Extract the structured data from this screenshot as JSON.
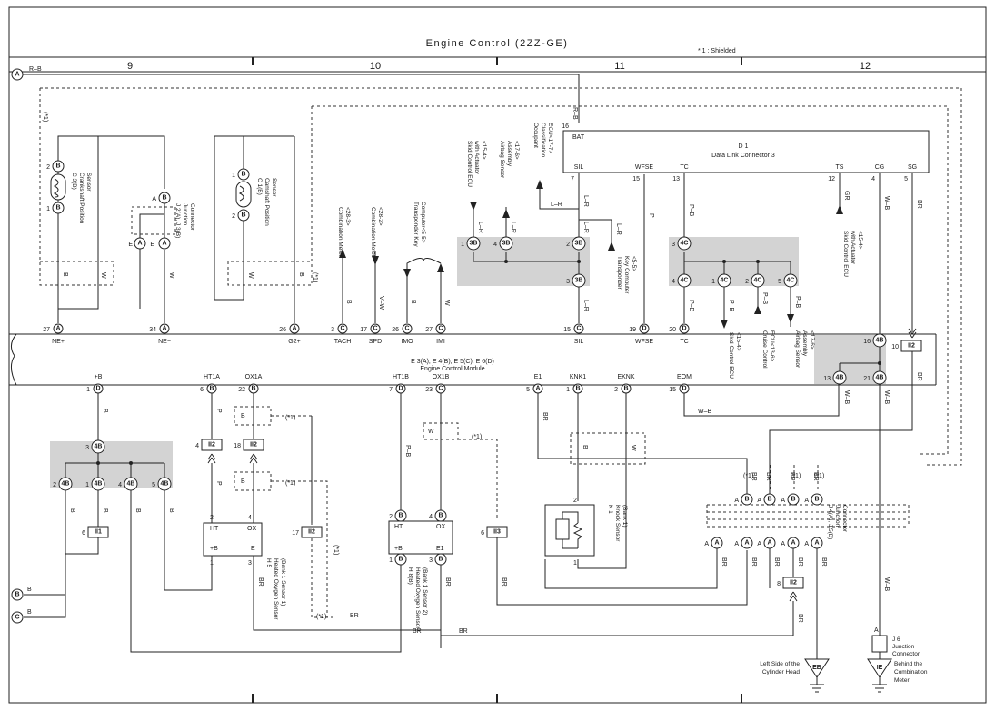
{
  "title": "Engine Control (2ZZ-GE)",
  "note": "* 1 : Shielded",
  "columns": [
    "9",
    "10",
    "11",
    "12"
  ],
  "ecm": {
    "name": "E 3(A), E 4(B), E 5(C), E 6(D)",
    "subtitle": "Engine Control Module",
    "top_pins": [
      {
        "num": "27",
        "conn": "A",
        "label": "NE+"
      },
      {
        "num": "34",
        "conn": "A",
        "label": "NE−"
      },
      {
        "num": "26",
        "conn": "A",
        "label": "G2+"
      },
      {
        "num": "3",
        "conn": "C",
        "label": "TACH"
      },
      {
        "num": "17",
        "conn": "C",
        "label": "SPD"
      },
      {
        "num": "26",
        "conn": "C",
        "label": "IMO"
      },
      {
        "num": "27",
        "conn": "C",
        "label": "IMI"
      },
      {
        "num": "15",
        "conn": "C",
        "label": "SIL"
      },
      {
        "num": "19",
        "conn": "D",
        "label": "WFSE"
      },
      {
        "num": "20",
        "conn": "D",
        "label": "TC"
      }
    ],
    "bottom_pins": [
      {
        "num": "1",
        "conn": "D",
        "label": "+B"
      },
      {
        "num": "6",
        "conn": "B",
        "label": "HT1A"
      },
      {
        "num": "22",
        "conn": "B",
        "label": "OX1A"
      },
      {
        "num": "7",
        "conn": "D",
        "label": "HT1B"
      },
      {
        "num": "23",
        "conn": "C",
        "label": "OX1B"
      },
      {
        "num": "5",
        "conn": "A",
        "label": "E1"
      },
      {
        "num": "1",
        "conn": "B",
        "label": "KNK1"
      },
      {
        "num": "2",
        "conn": "B",
        "label": "EKNK"
      },
      {
        "num": "15",
        "conn": "D",
        "label": "EOM"
      }
    ]
  },
  "components": {
    "crank": {
      "code": "C 3(B)",
      "name": "Crankshaft Position Sensor"
    },
    "jc_j2": {
      "code": "J 2(A), J 3(B)",
      "name": "Junction Connector"
    },
    "cam": {
      "code": "C 1(B)",
      "name": "Camshaft Position Sensor"
    },
    "dlc": {
      "code": "D 1",
      "name": "Data Link Connector 3",
      "pins": [
        "BAT",
        "SIL",
        "WFSE",
        "TC",
        "TS",
        "CG",
        "SG"
      ],
      "pin_nums": [
        "16",
        "7",
        "15",
        "13",
        "12",
        "4",
        "5"
      ]
    },
    "h5": {
      "code": "H 5",
      "name": "Heated Oxygen Sensor (Bank 1 Sensor 1)"
    },
    "h8": {
      "code": "H 8(B)",
      "name": "Heated Oxygen Sensor (Bank 1 Sensor 2)"
    },
    "k1": {
      "code": "K 1",
      "name": "Knock Sensor (Bank 1)"
    },
    "j4": {
      "code": "J 4(A), J 5(B)",
      "name": "Junction Connector"
    },
    "j6": {
      "code": "J 6",
      "name": "Junction Connector"
    }
  },
  "references": {
    "comb_meter_tach": [
      "Combination Meter",
      "<28-3>"
    ],
    "comb_meter_spd": [
      "Combination Meter",
      "<28-2>"
    ],
    "transponder_top": [
      "Transponder Key",
      "Computer<5-5>"
    ],
    "skid_top": [
      "Skid Control ECU",
      "with Actuator",
      "<15-4>"
    ],
    "airbag_top": [
      "Airbag Sensor",
      "Assembly",
      "<17-6>"
    ],
    "occupant": [
      "Occupant",
      "Classification",
      "ECU<17-7>"
    ],
    "transponder_mid": [
      "Transponder",
      "Key Computer",
      "<5-5>"
    ],
    "skid_right": [
      "Skid Control ECU",
      "with Actuator",
      "<15-4>"
    ],
    "skid_low": [
      "Skid Control ECU",
      "<15-4>"
    ],
    "cruise_low": [
      "Cruise Control",
      "ECU<13-6>"
    ],
    "airbag_low": [
      "Airbag Sensor",
      "Assembly",
      "<17-6>"
    ]
  },
  "grounds": [
    {
      "code": "EB",
      "location": [
        "Left Side of the",
        "Cylinder Head"
      ]
    },
    {
      "code": "IE",
      "location": [
        "Behind the",
        "Combination",
        "Meter"
      ]
    }
  ],
  "terminals": [
    "A",
    "B",
    "C"
  ],
  "wire_colors": {
    "rb": "R–B",
    "b": "B",
    "w": "W",
    "bgr": "GR",
    "wb": "W–B",
    "br": "BR",
    "pb": "P–B",
    "lr": "L–R",
    "vw": "V–W",
    "p": "P",
    "shield": "(*1)"
  },
  "junction_labels": {
    "jb3b": "3B",
    "jb4c": "4C",
    "jb4b": "4B",
    "ii2": "II2",
    "ii1": "II1",
    "ii3": "II3"
  }
}
